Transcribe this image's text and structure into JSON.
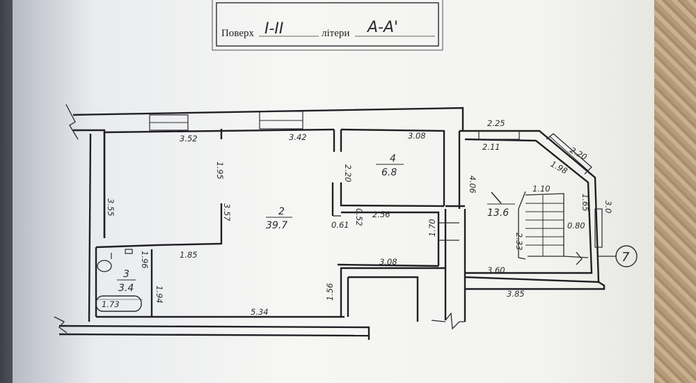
{
  "header": {
    "floor_label": "Поверх",
    "floor_value": "I-II",
    "letters_label": "літери",
    "letters_value": "A-A'"
  },
  "rooms": [
    {
      "id": "2",
      "area": "39.7"
    },
    {
      "id": "3",
      "area": "3.4"
    },
    {
      "id": "4",
      "area": "6.8"
    },
    {
      "id": "",
      "area": "13.6"
    }
  ],
  "bath_label": "1.73",
  "dimensions": {
    "d_352": "3.52",
    "d_342": "3.42",
    "d_308_top": "3.08",
    "d_225": "2.25",
    "d_211": "2.11",
    "d_220": "2.20",
    "d_198": "1.98",
    "d_195": "1.95",
    "d_220_v": "2.20",
    "d_406": "4.06",
    "d_110": "1.10",
    "d_165": "1.65",
    "d_30": "3.0",
    "d_355": "3.55",
    "d_357": "3.57",
    "d_052": "0.52",
    "d_061": "0.61",
    "d_256": "2.56",
    "d_170": "1.70",
    "d_233": "2.33",
    "d_080": "0.80",
    "d_196": "1.96",
    "d_185": "1.85",
    "d_308_mid": "3.08",
    "d_360": "3.60",
    "d_194": "1.94",
    "d_156": "1.56",
    "d_534": "5.34",
    "d_385": "3.85"
  },
  "marker": "7",
  "ink_color": "#1f1f24",
  "paper_color": "#f4f4f1"
}
